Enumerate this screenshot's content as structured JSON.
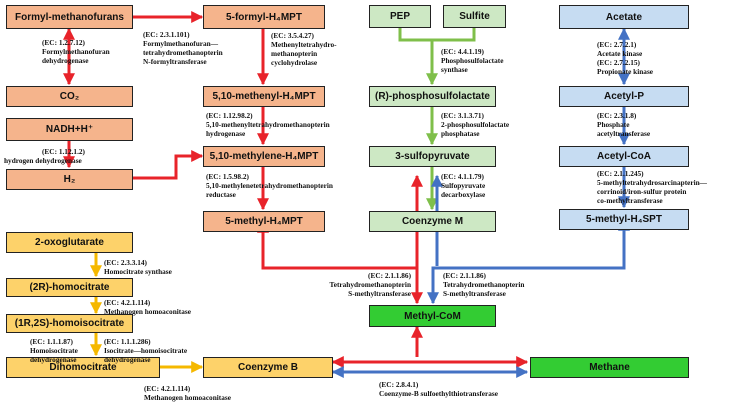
{
  "colors": {
    "red": "#e8232a",
    "green": "#7fbf4a",
    "blue": "#4472c4",
    "yellow": "#f5b800"
  },
  "nodes": {
    "formyl_methanofurans": "Formyl-methanofurans",
    "formyl_h4mpt": "5-formyl-H₄MPT",
    "co2": "CO₂",
    "methenyl_h4mpt": "5,10-methenyl-H₄MPT",
    "nadh": "NADH+H⁺",
    "methylene_h4mpt": "5,10-methylene-H₄MPT",
    "h2": "H₂",
    "methyl_h4mpt": "5-methyl-H₄MPT",
    "pep": "PEP",
    "sulfite": "Sulfite",
    "phosphosulfolactate": "(R)-phosphosulfolactate",
    "sulfopyruvate": "3-sulfopyruvate",
    "coenzyme_m": "Coenzyme M",
    "acetate": "Acetate",
    "acetyl_p": "Acetyl-P",
    "acetyl_coa": "Acetyl-CoA",
    "methyl_h4spt": "5-methyl-H₄SPT",
    "oxoglutarate": "2-oxoglutarate",
    "homocitrate": "(2R)-homocitrate",
    "homoisocitrate": "(1R,2S)-homoisocitrate",
    "dihomocitrate": "Dihomocitrate",
    "coenzyme_b": "Coenzyme B",
    "methyl_com": "Methyl-CoM",
    "methane": "Methane"
  },
  "enzymes": [
    {
      "ec": "(EC: 1.2.7.12)",
      "lines": [
        "Formylmethanofuran",
        "dehydrogenase"
      ]
    },
    {
      "ec": "(EC: 2.3.1.101)",
      "lines": [
        "Formylmethanofuran—",
        "tetrahydromethanopterin",
        "N-formyltransferase"
      ]
    },
    {
      "ec": "(EC: 3.5.4.27)",
      "lines": [
        "Methenyltetrahydro-",
        "methanopterin",
        "cyclohydrolase"
      ]
    },
    {
      "ec": "(EC: 1.12.1.2)",
      "lines": [
        "hydrogen dehydrogenase"
      ]
    },
    {
      "ec": "(EC: 1.12.98.2)",
      "lines": [
        "5,10-methenyltetrahydromethanopterin",
        "hydrogenase"
      ]
    },
    {
      "ec": "(EC: 1.5.98.2)",
      "lines": [
        "5,10-methylenetetrahydromethanopterin",
        "reductase"
      ]
    },
    {
      "ec": "(EC: 4.4.1.19)",
      "lines": [
        "Phosphosulfolactate",
        "synthase"
      ]
    },
    {
      "ec": "(EC: 3.1.3.71)",
      "lines": [
        "2-phosphosulfolactate",
        "phosphatase"
      ]
    },
    {
      "ec": "(EC: 4.1.1.79)",
      "lines": [
        "Sulfopyruvate",
        "decarboxylase"
      ]
    },
    {
      "ec": "(EC: 2.7.2.1)",
      "lines": [
        "Acetate kinase"
      ]
    },
    {
      "ec": "(EC: 2.7.2.15)",
      "lines": [
        "Propionate kinase"
      ]
    },
    {
      "ec": "(EC: 2.3.1.8)",
      "lines": [
        "Phosphate",
        "acetyltransferase"
      ]
    },
    {
      "ec": "(EC: 2.1.1.245)",
      "lines": [
        "5-methyltetrahydrosarcinapterin—",
        "corrinoid/iron-sulfur protein",
        "co-methyltransferase"
      ]
    },
    {
      "ec": "(EC: 2.3.3.14)",
      "lines": [
        "Homocitrate synthase"
      ]
    },
    {
      "ec": "(EC: 4.2.1.114)",
      "lines": [
        "Methanogen homoaconitase"
      ]
    },
    {
      "ec": "(EC: 1.1.1.87)",
      "lines": [
        "Homoisocitrate",
        "dehydrogenase"
      ]
    },
    {
      "ec": "(EC: 1.1.1.286)",
      "lines": [
        "Isocitrate—homoisocitrate",
        "dehydrogenase"
      ]
    },
    {
      "ec": "(EC: 2.1.1.86)",
      "lines": [
        "Tetrahydromethanopterin",
        "S-methyltransferase"
      ]
    },
    {
      "ec": "(EC: 2.1.1.86)",
      "lines": [
        "Tetrahydromethanopterin",
        "S-methyltransferase"
      ]
    },
    {
      "ec": "(EC: 4.2.1.114)",
      "lines": [
        "Methanogen homoaconitase"
      ]
    },
    {
      "ec": "(EC: 2.8.4.1)",
      "lines": [
        "Coenzyme-B sulfoethylthiotransferase"
      ]
    }
  ]
}
